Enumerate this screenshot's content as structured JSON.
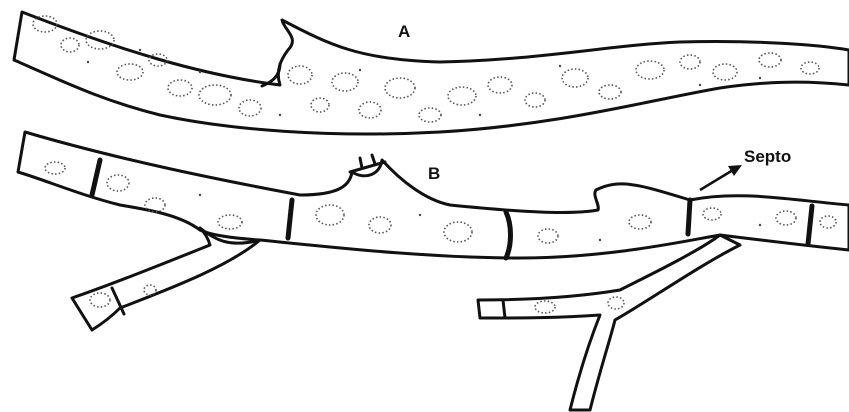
{
  "labels": {
    "a": "A",
    "b": "B",
    "septum": "Septo"
  },
  "colors": {
    "line": "#111111",
    "background": "#ffffff",
    "stipple": "#555555"
  }
}
